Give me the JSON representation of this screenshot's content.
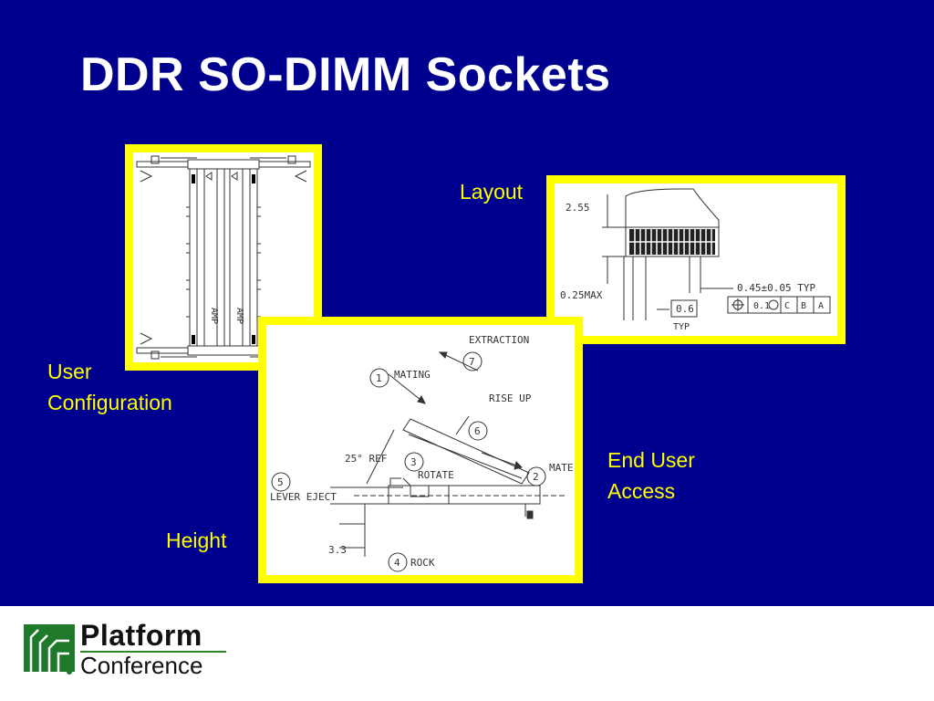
{
  "slide": {
    "title": "DDR SO-DIMM Sockets",
    "labels": {
      "layout": "Layout",
      "user_configuration_line1": "User",
      "user_configuration_line2": "Configuration",
      "end_user_access_line1": "End User",
      "end_user_access_line2": "Access",
      "height": "Height"
    },
    "drawing_layout": {
      "dim_top": "2.55",
      "dim_left": "0.25MAX",
      "dim_right": "0.45±0.05 TYP",
      "dim_bottom": "0.6",
      "dim_bottom_typ": "TYP",
      "fcf": [
        "0.1",
        "C",
        "B",
        "A"
      ]
    },
    "drawing_user_config": {
      "brand_1": "AMP",
      "brand_2": "AMP"
    },
    "drawing_access": {
      "extraction": "EXTRACTION",
      "mating": "MATING",
      "rise_up": "RISE UP",
      "ref_angle": "25° REF",
      "rotate": "ROTATE",
      "mate": "MATE",
      "lever_eject": "LEVER EJECT",
      "height": "3.3",
      "rock": "ROCK",
      "n1": "1",
      "n2": "2",
      "n3": "3",
      "n4": "4",
      "n5": "5",
      "n6": "6",
      "n7": "7"
    }
  },
  "footer": {
    "logo_line1": "Platform",
    "logo_line2": "Conference"
  },
  "colors": {
    "background": "#00008f",
    "caption": "#ffff00",
    "title": "#ffffff",
    "frame": "#ffff00"
  }
}
